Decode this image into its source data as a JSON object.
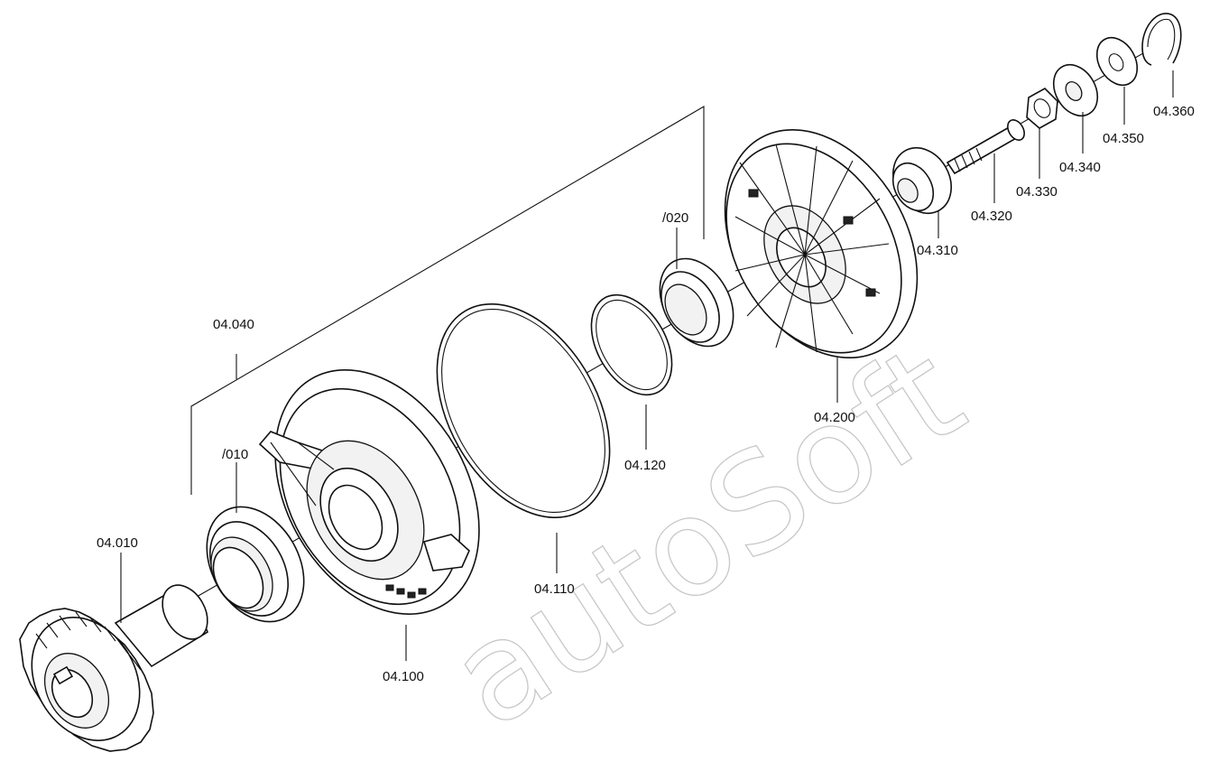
{
  "watermark": "autoSoft",
  "labels": {
    "l04010": "04.010",
    "l04040": "04.040",
    "l010": "/010",
    "l04100": "04.100",
    "l04110": "04.110",
    "l04120": "04.120",
    "l020": "/020",
    "l04200": "04.200",
    "l04310": "04.310",
    "l04320": "04.320",
    "l04330": "04.330",
    "l04340": "04.340",
    "l04350": "04.350",
    "l04360": "04.360"
  }
}
